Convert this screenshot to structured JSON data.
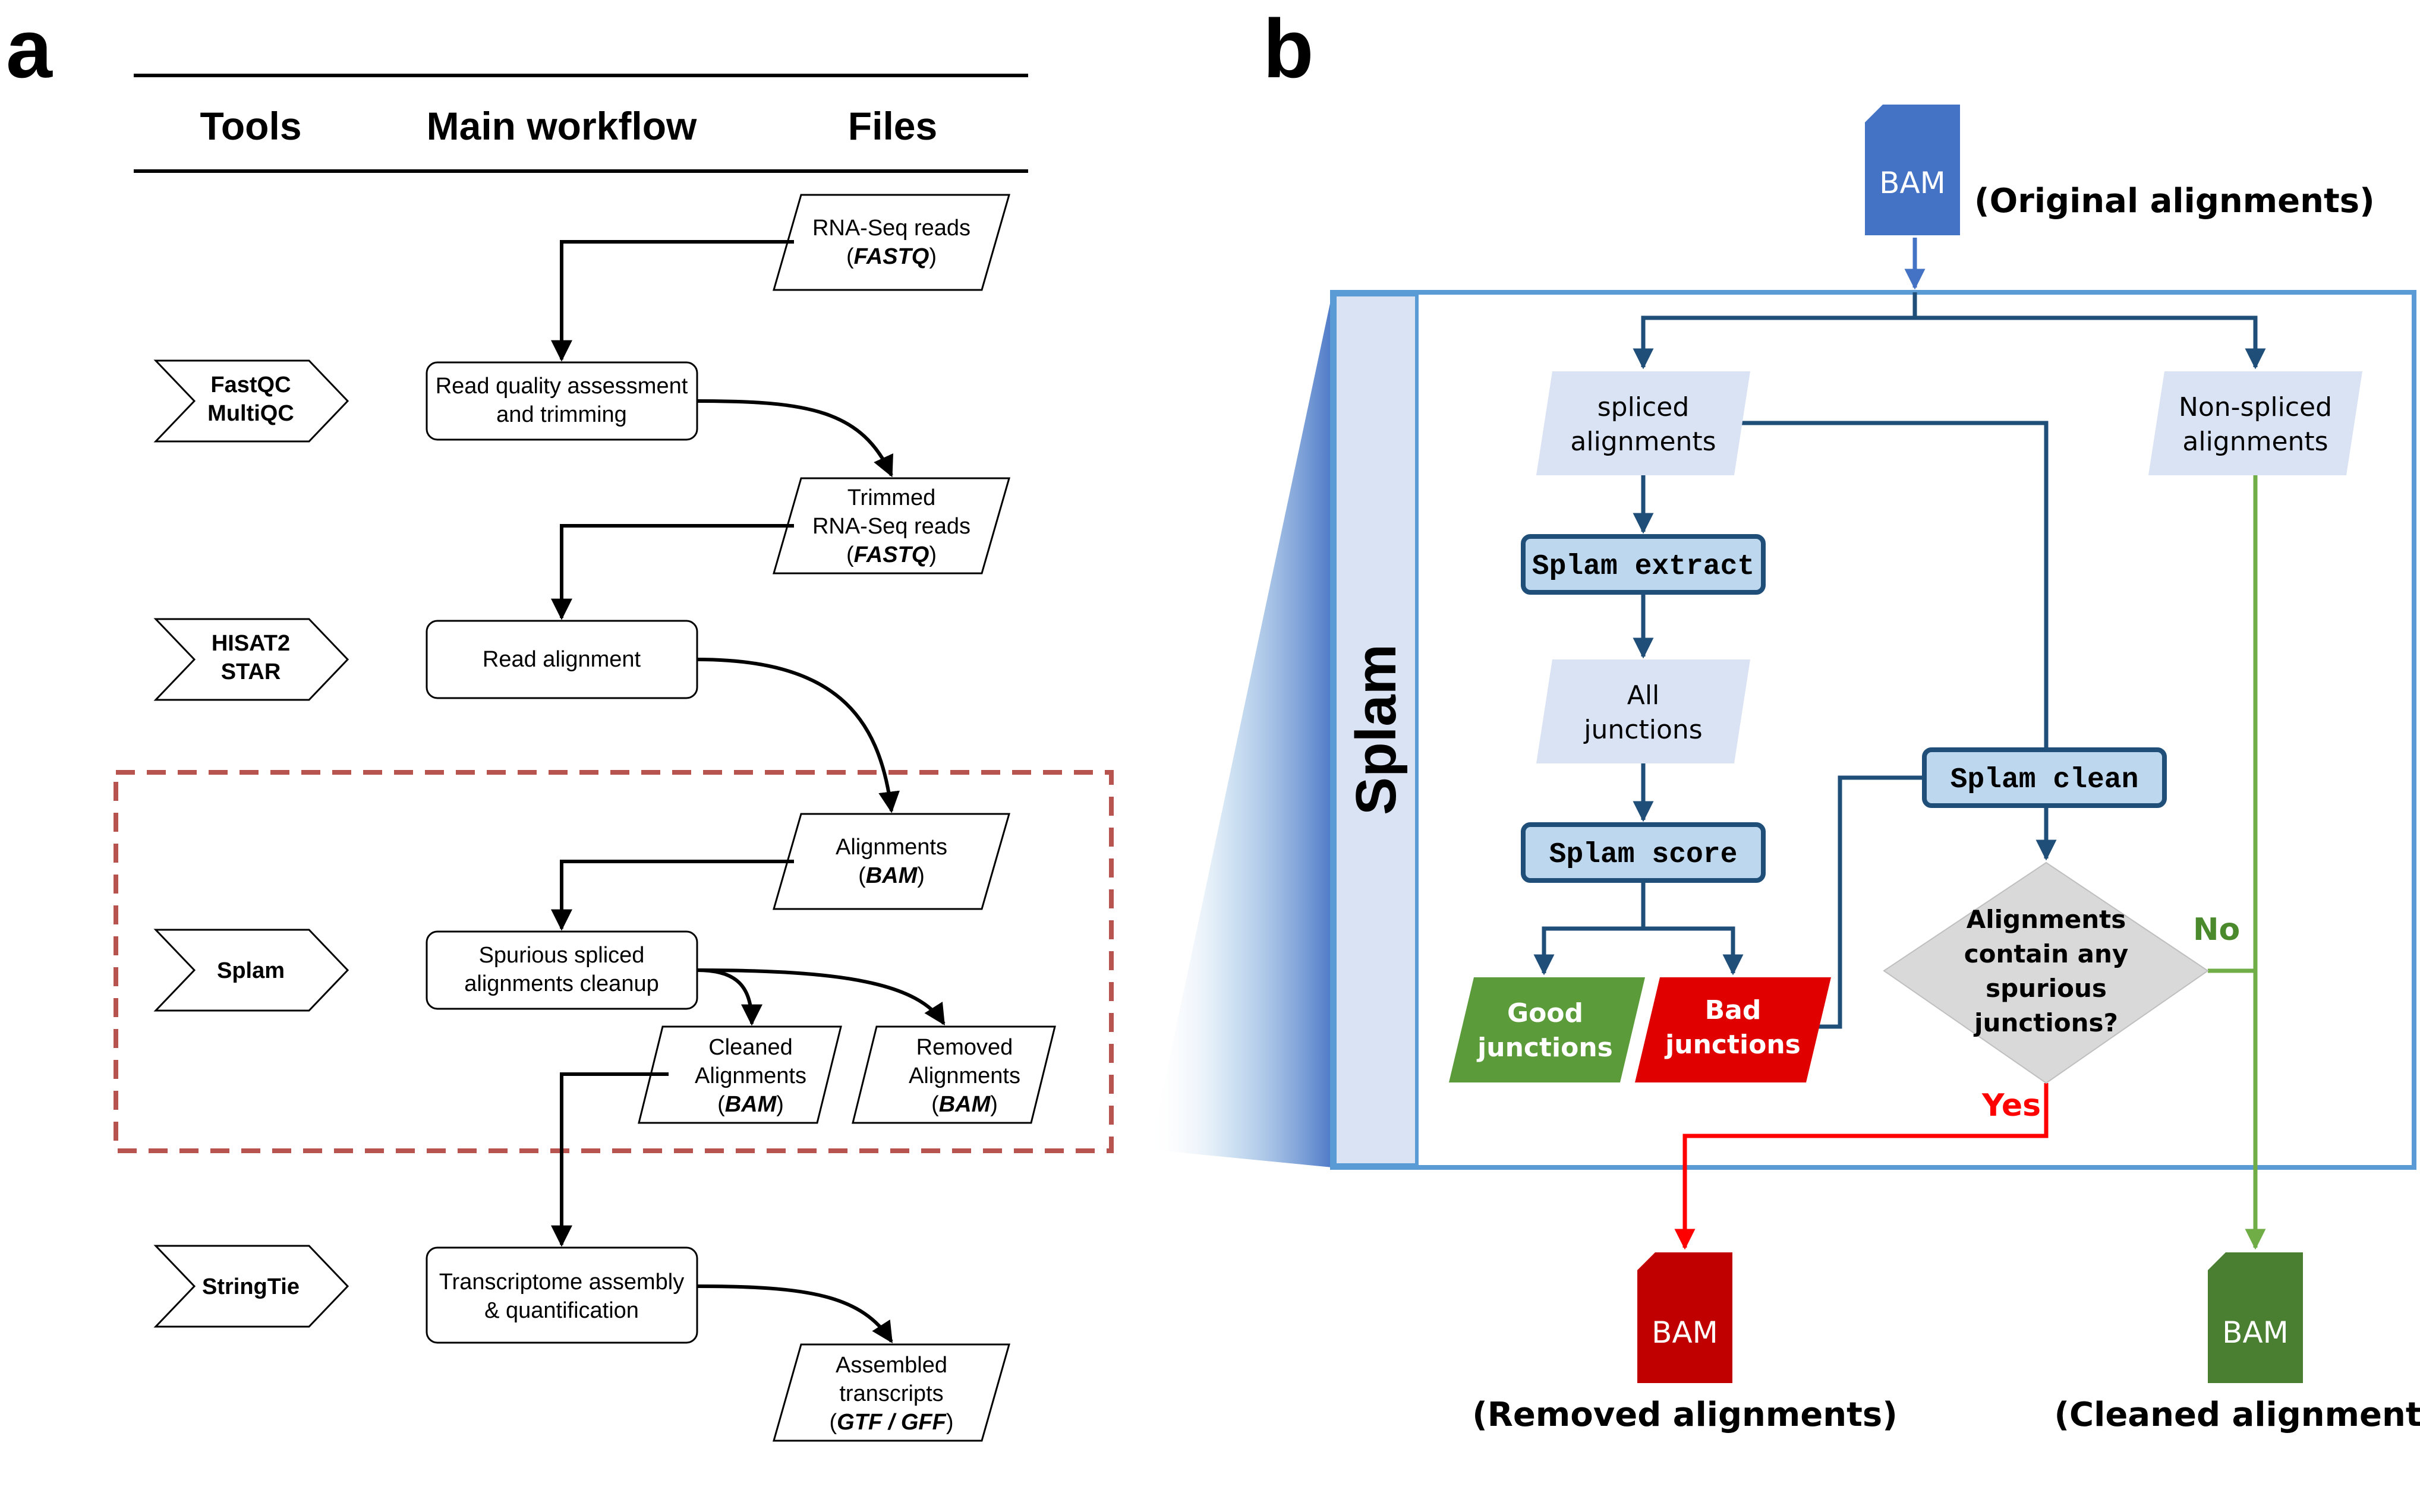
{
  "panel_a": {
    "label": "a",
    "headers": {
      "tools": "Tools",
      "workflow": "Main workflow",
      "files": "Files"
    },
    "tools": [
      {
        "lines": [
          "FastQC",
          "MultiQC"
        ]
      },
      {
        "lines": [
          "HISAT2",
          "STAR"
        ]
      },
      {
        "lines": [
          "Splam"
        ]
      },
      {
        "lines": [
          "StringTie"
        ]
      }
    ],
    "steps": [
      {
        "lines": [
          "Read quality assessment",
          "and trimming"
        ]
      },
      {
        "lines": [
          "Read alignment"
        ]
      },
      {
        "lines": [
          "Spurious spliced",
          "alignments cleanup"
        ]
      },
      {
        "lines": [
          "Transcriptome assembly",
          "& quantification"
        ]
      }
    ],
    "files": [
      {
        "line1": "RNA-Seq reads",
        "format": "FASTQ"
      },
      {
        "line1": "Trimmed",
        "line2": "RNA-Seq reads",
        "format": "FASTQ"
      },
      {
        "line1": "Alignments",
        "format": "BAM"
      },
      {
        "line1": "Cleaned",
        "line2": "Alignments",
        "format": "BAM"
      },
      {
        "line1": "Removed",
        "line2": "Alignments",
        "format": "BAM"
      },
      {
        "line1": "Assembled",
        "line2": "transcripts",
        "format": "GTF / GFF"
      }
    ]
  },
  "panel_b": {
    "label": "b",
    "sidebar_label": "Splam",
    "bam_input": {
      "label": "BAM",
      "caption": "(Original alignments)"
    },
    "spliced": {
      "lines": [
        "spliced",
        "alignments"
      ]
    },
    "non_spliced": {
      "lines": [
        "Non-spliced",
        "alignments"
      ]
    },
    "extract_cmd": "Splam extract",
    "all_junctions": {
      "lines": [
        "All",
        "junctions"
      ]
    },
    "score_cmd": "Splam score",
    "clean_cmd": "Splam clean",
    "good_junctions": {
      "lines": [
        "Good",
        "junctions"
      ]
    },
    "bad_junctions": {
      "lines": [
        "Bad",
        "junctions"
      ]
    },
    "decision": {
      "lines": [
        "Alignments",
        "contain any",
        "spurious",
        "junctions?"
      ]
    },
    "yes_label": "Yes",
    "no_label": "No",
    "bam_removed": {
      "label": "BAM",
      "caption": "(Removed alignments)"
    },
    "bam_cleaned": {
      "label": "BAM",
      "caption": "(Cleaned alignments)"
    }
  },
  "colors": {
    "dark_blue": "#1f4e79",
    "box_blue": "#bdd7ee",
    "light_blue": "#dae3f3",
    "frame_blue": "#5b9bd5",
    "bam_blue": "#4472c4",
    "green": "#70ad47",
    "good_green": "#5b9b3a",
    "red": "#ff0000",
    "bad_red": "#e00000",
    "bam_red": "#c00000",
    "bam_green": "#4a7f32",
    "dash_red": "#b85450",
    "gray": "#d9d9d9"
  }
}
